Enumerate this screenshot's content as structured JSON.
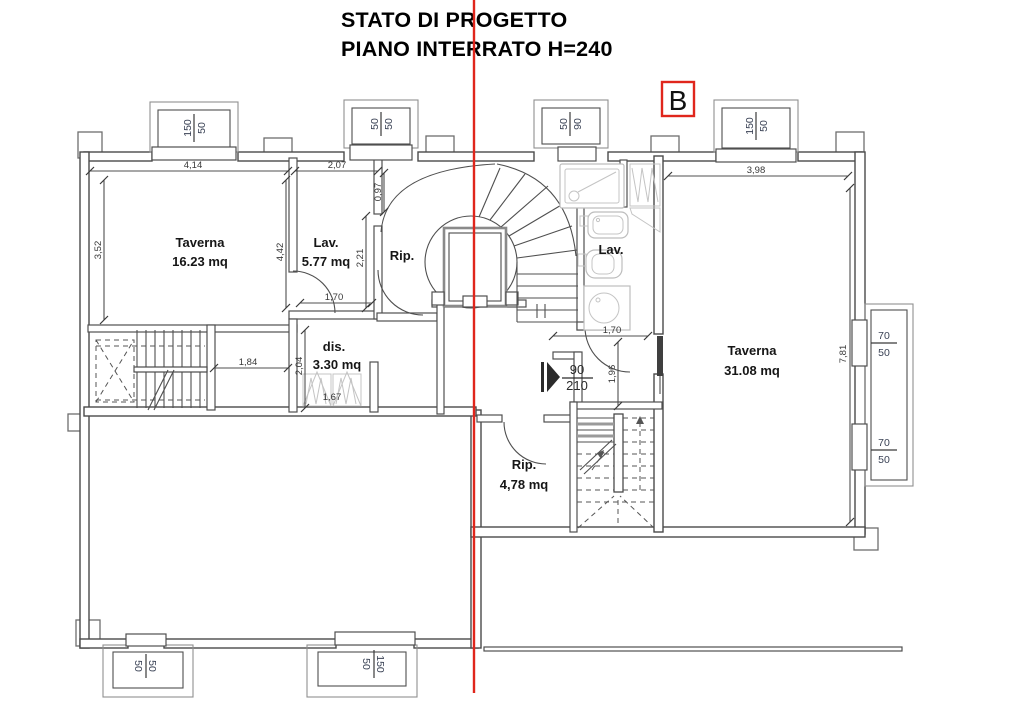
{
  "title": {
    "line1": "STATO DI PROGETTO",
    "line2": "PIANO INTERRATO H=240"
  },
  "section_marker": {
    "label": "B"
  },
  "rooms": {
    "taverna_sx": {
      "name": "Taverna",
      "area": "16.23 mq"
    },
    "lav_sx": {
      "name": "Lav.",
      "area": "5.77 mq"
    },
    "rip_top": {
      "name": "Rip."
    },
    "dis": {
      "name": "dis.",
      "area": "3.30 mq"
    },
    "lav_dx": {
      "name": "Lav."
    },
    "taverna_dx": {
      "name": "Taverna",
      "area": "31.08 mq"
    },
    "rip_bottom": {
      "name": "Rip.",
      "area": "4,78 mq"
    }
  },
  "windows": {
    "top1": {
      "num": "150",
      "den": "50"
    },
    "top2": {
      "num": "50",
      "den": "50"
    },
    "top3": {
      "num": "50",
      "den": "90"
    },
    "top4": {
      "num": "150",
      "den": "50"
    },
    "right1": {
      "num": "70",
      "den": "50"
    },
    "right2": {
      "num": "70",
      "den": "50"
    },
    "bottom1": {
      "num": "50",
      "den": "50"
    },
    "bottom2": {
      "num": "150",
      "den": "50"
    }
  },
  "door_marker": {
    "num": "90",
    "den": "210"
  },
  "dims": {
    "d414": "4,14",
    "d207": "2,07",
    "d097": "0,97",
    "d398": "3,98",
    "d352": "3,52",
    "d442": "4,42",
    "d221": "2,21",
    "d170a": "1,70",
    "d184": "1,84",
    "d204": "2,04",
    "d170b": "1,70",
    "d196": "1,96",
    "d781": "7,81",
    "d167": "1,67"
  },
  "colors": {
    "section_red": "#e0261c",
    "wall": "#4a4a4a",
    "fixture": "#bdbdbd"
  }
}
